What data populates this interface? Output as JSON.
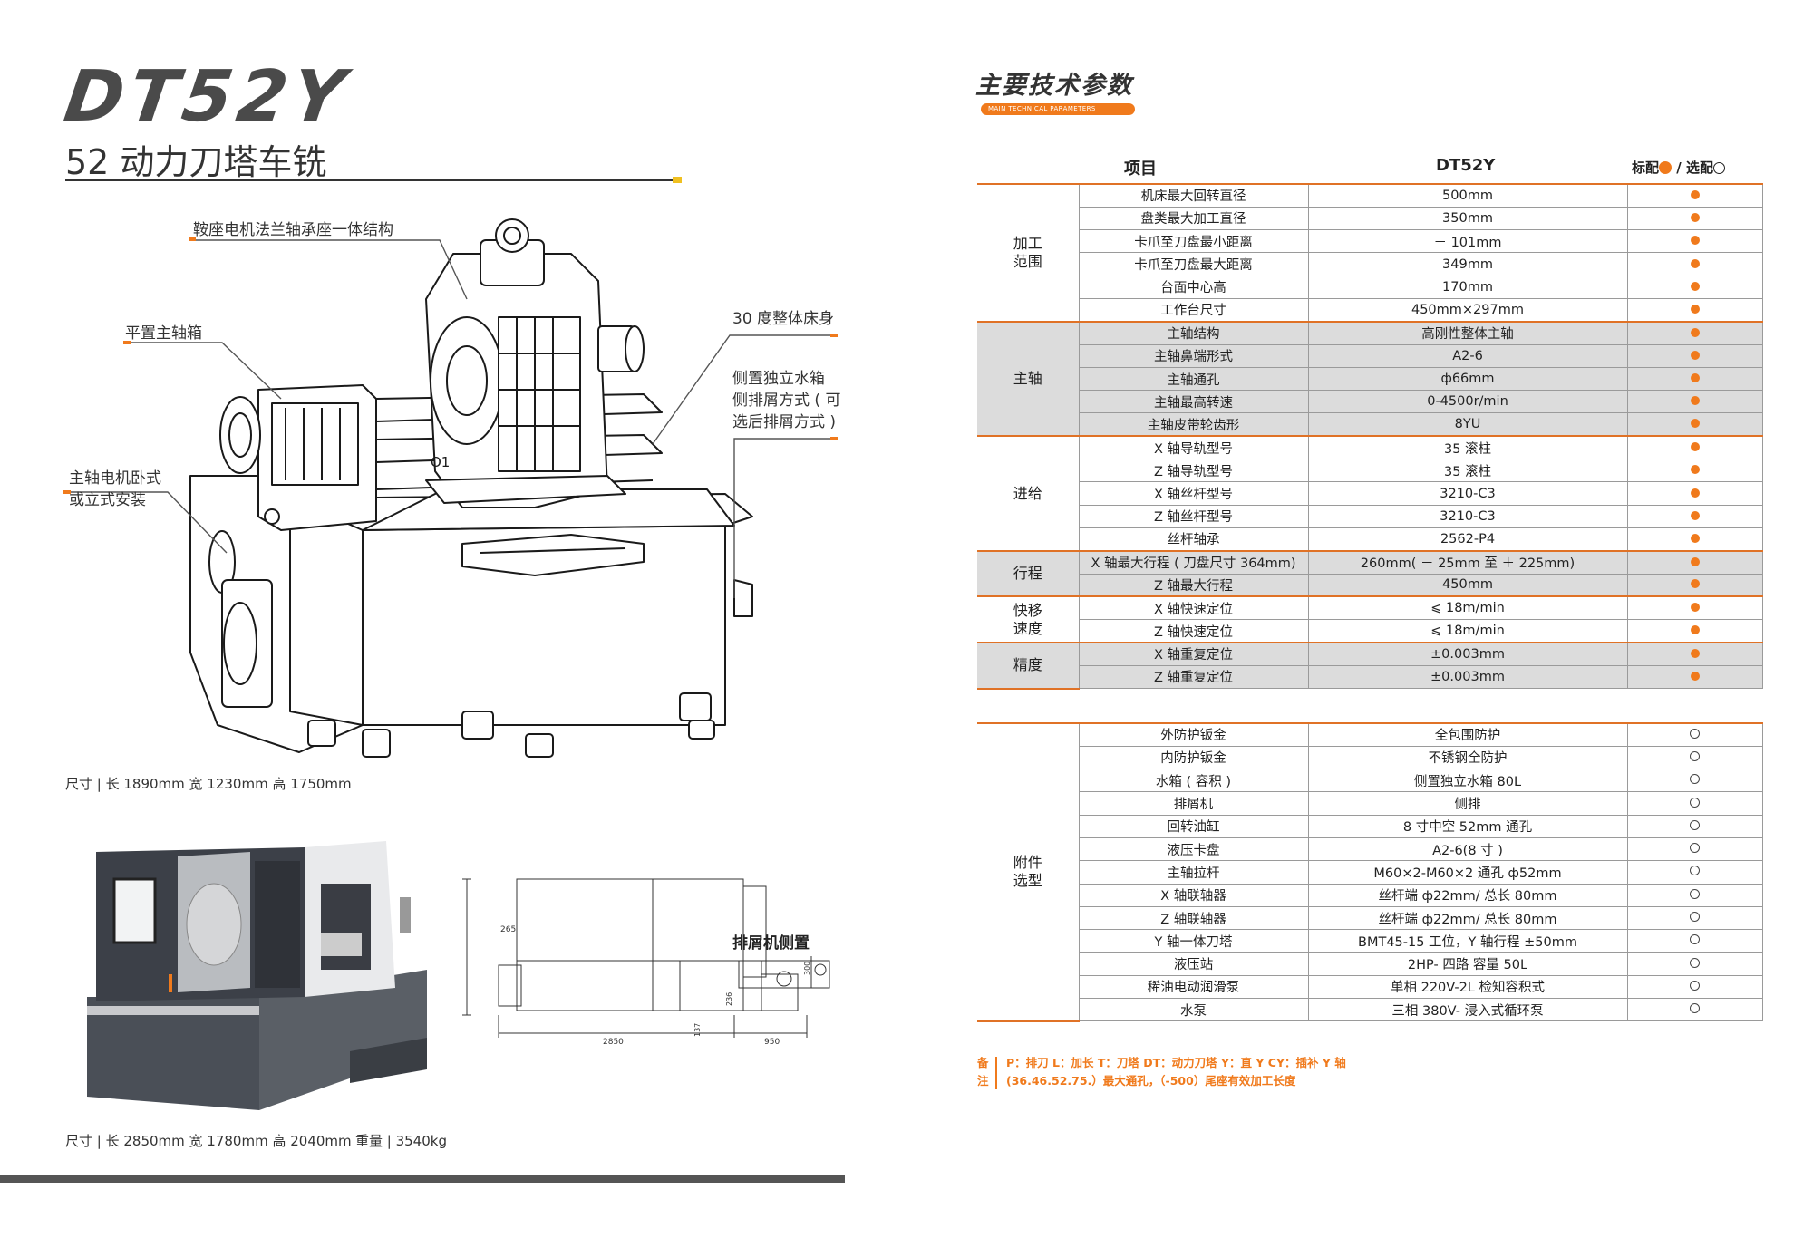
{
  "left": {
    "brand": "DT52Y",
    "subtitle": "52 动力刀塔车铣",
    "callouts": {
      "saddle": "鞍座电机法兰轴承座一体结构",
      "headstock": "平置主轴箱",
      "bed30": "30 度整体床身",
      "tank_line1": "侧置独立水箱",
      "tank_line2": "侧排屑方式 ( 可",
      "tank_line3": "选后排屑方式 )",
      "motor_line1": "主轴电机卧式",
      "motor_line2": "或立式安装"
    },
    "dims1": "尺寸 | 长 1890mm 宽 1230mm 高 1750mm",
    "dims2": "尺寸 | 长 2850mm 宽 1780mm 高 2040mm",
    "weight": "重量 | 3540kg",
    "drawing": {
      "label": "排屑机侧置",
      "d1780": "1780",
      "d265": "265",
      "d2850": "2850",
      "d950": "950",
      "d137": "137",
      "d236": "236",
      "d300": "300",
      "turret_mark": "O1"
    },
    "colors": {
      "accent": "#f07a1c",
      "title": "#4a4a4a"
    }
  },
  "right": {
    "section_title": "主要技术参数",
    "section_sub": "MAIN TECHNICAL PARAMETERS",
    "headers": {
      "item": "项目",
      "model": "DT52Y",
      "std": "标配",
      "opt": "/ 选配"
    },
    "groups": [
      {
        "name": "加工\n范围",
        "shade": false,
        "rows": [
          {
            "item": "机床最大回转直径",
            "value": "500mm",
            "mark": "std"
          },
          {
            "item": "盘类最大加工直径",
            "value": "350mm",
            "mark": "std"
          },
          {
            "item": "卡爪至刀盘最小距离",
            "value": "－ 101mm",
            "mark": "std"
          },
          {
            "item": "卡爪至刀盘最大距离",
            "value": "349mm",
            "mark": "std"
          },
          {
            "item": "台面中心高",
            "value": "170mm",
            "mark": "std"
          },
          {
            "item": "工作台尺寸",
            "value": "450mm×297mm",
            "mark": "std"
          }
        ]
      },
      {
        "name": "主轴",
        "shade": true,
        "rows": [
          {
            "item": "主轴结构",
            "value": "高刚性整体主轴",
            "mark": "std"
          },
          {
            "item": "主轴鼻端形式",
            "value": "A2-6",
            "mark": "std"
          },
          {
            "item": "主轴通孔",
            "value": "ф66mm",
            "mark": "std"
          },
          {
            "item": "主轴最高转速",
            "value": "0-4500r/min",
            "mark": "std"
          },
          {
            "item": "主轴皮带轮齿形",
            "value": "8YU",
            "mark": "std"
          }
        ]
      },
      {
        "name": "进给",
        "shade": false,
        "rows": [
          {
            "item": "X 轴导轨型号",
            "value": "35 滚柱",
            "mark": "std"
          },
          {
            "item": "Z 轴导轨型号",
            "value": "35 滚柱",
            "mark": "std"
          },
          {
            "item": "X 轴丝杆型号",
            "value": "3210-C3",
            "mark": "std"
          },
          {
            "item": "Z 轴丝杆型号",
            "value": "3210-C3",
            "mark": "std"
          },
          {
            "item": "丝杆轴承",
            "value": "2562-P4",
            "mark": "std"
          }
        ]
      },
      {
        "name": "行程",
        "shade": true,
        "rows": [
          {
            "item": "X 轴最大行程 ( 刀盘尺寸 364mm)",
            "value": "260mm( － 25mm 至 ＋ 225mm)",
            "mark": "std"
          },
          {
            "item": "Z 轴最大行程",
            "value": "450mm",
            "mark": "std"
          }
        ]
      },
      {
        "name": "快移\n速度",
        "shade": false,
        "rows": [
          {
            "item": "X 轴快速定位",
            "value": "⩽ 18m/min",
            "mark": "std"
          },
          {
            "item": "Z 轴快速定位",
            "value": "⩽ 18m/min",
            "mark": "std"
          }
        ]
      },
      {
        "name": "精度",
        "shade": true,
        "rows": [
          {
            "item": "X 轴重复定位",
            "value": "±0.003mm",
            "mark": "std"
          },
          {
            "item": "Z 轴重复定位",
            "value": "±0.003mm",
            "mark": "std"
          }
        ]
      }
    ],
    "options": {
      "name": "附件\n选型",
      "rows": [
        {
          "item": "外防护钣金",
          "value": "全包围防护",
          "mark": "opt"
        },
        {
          "item": "内防护钣金",
          "value": "不锈钢全防护",
          "mark": "opt"
        },
        {
          "item": "水箱 ( 容积 )",
          "value": "侧置独立水箱 80L",
          "mark": "opt"
        },
        {
          "item": "排屑机",
          "value": "侧排",
          "mark": "opt"
        },
        {
          "item": "回转油缸",
          "value": "8 寸中空 52mm 通孔",
          "mark": "opt"
        },
        {
          "item": "液压卡盘",
          "value": "A2-6(8 寸 )",
          "mark": "opt"
        },
        {
          "item": "主轴拉杆",
          "value": "M60×2-M60×2 通孔 ф52mm",
          "mark": "opt"
        },
        {
          "item": "X 轴联轴器",
          "value": "丝杆端 ф22mm/ 总长 80mm",
          "mark": "opt"
        },
        {
          "item": "Z 轴联轴器",
          "value": "丝杆端 ф22mm/ 总长 80mm",
          "mark": "opt"
        },
        {
          "item": "Y 轴一体刀塔",
          "value": "BMT45-15 工位，Y 轴行程 ±50mm",
          "mark": "opt"
        },
        {
          "item": "液压站",
          "value": "2HP- 四路 容量 50L",
          "mark": "opt"
        },
        {
          "item": "稀油电动润滑泵",
          "value": "单相 220V-2L 检知容积式",
          "mark": "opt"
        },
        {
          "item": "水泵",
          "value": "三相 380V- 浸入式循环泵",
          "mark": "opt"
        }
      ]
    },
    "note": {
      "label1": "备",
      "label2": "注",
      "line1": "P：排刀 L：加长 T：刀塔 DT：动力刀塔 Y：直 Y CY：插补 Y 轴",
      "line2": "(36.46.52.75.）最大通孔，（-500）尾座有效加工长度"
    }
  }
}
